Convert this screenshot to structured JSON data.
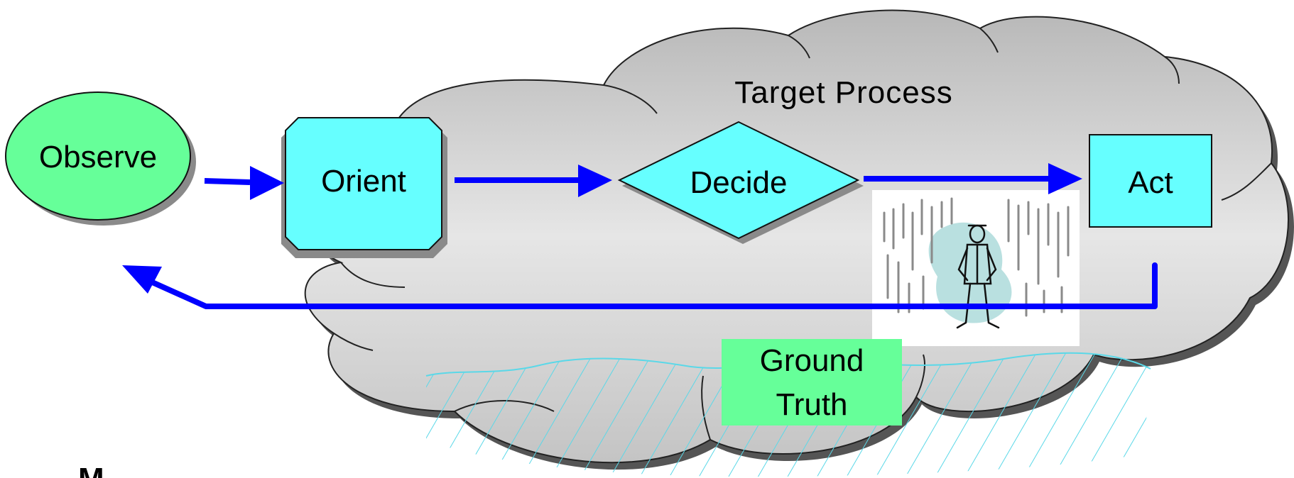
{
  "diagram": {
    "cloud_title": "Target Process",
    "nodes": {
      "observe": "Observe",
      "orient": "Orient",
      "decide": "Decide",
      "act": "Act",
      "ground_truth_line1": "Ground",
      "ground_truth_line2": "Truth"
    },
    "partial_text": "M",
    "colors": {
      "observe_fill": "#66ff99",
      "process_fill": "#66ffff",
      "ground_truth_fill": "#66ff99",
      "arrow": "#0000ff",
      "cloud_fill": "#cfcfcf",
      "hatch": "#5ad8e8"
    },
    "icons": [
      "crowd-with-person-figure"
    ]
  }
}
